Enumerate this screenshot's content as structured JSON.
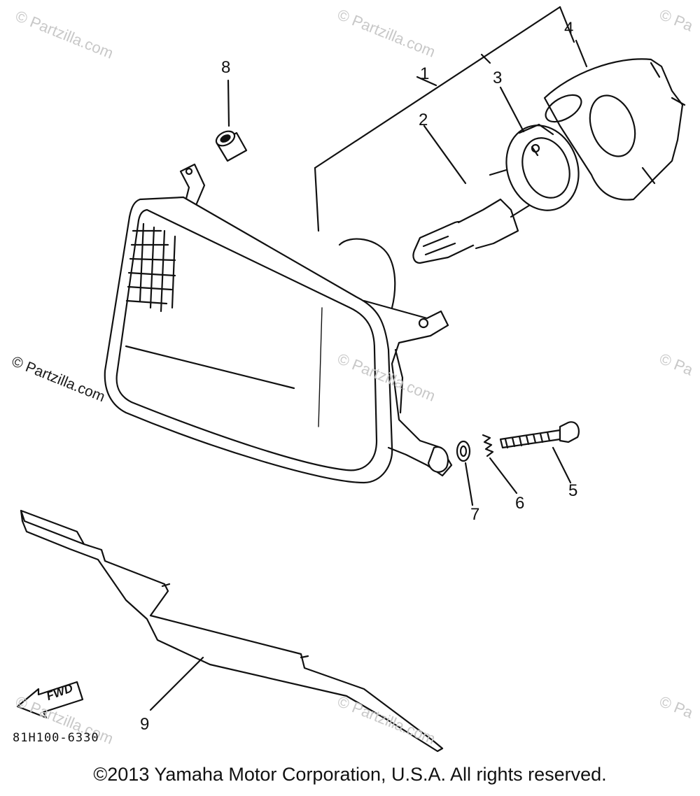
{
  "watermarks": [
    {
      "text": "© Partzilla.com"
    },
    {
      "text": "© Partzilla.com"
    },
    {
      "text": "© Pa"
    },
    {
      "text": "© Partzilla.com"
    },
    {
      "text": "© Partzilla.com"
    },
    {
      "text": "© Pa"
    },
    {
      "text": "© Partzilla.com"
    },
    {
      "text": "© Partzilla.com"
    },
    {
      "text": "© Pa"
    }
  ],
  "callouts": {
    "c1": "1",
    "c2": "2",
    "c3": "3",
    "c4": "4",
    "c5": "5",
    "c6": "6",
    "c7": "7",
    "c8": "8",
    "c9": "9"
  },
  "fwd_label": "FWD",
  "reference_code": "81H100-6330",
  "copyright": "©2013 Yamaha Motor Corporation, U.S.A. All rights reserved."
}
